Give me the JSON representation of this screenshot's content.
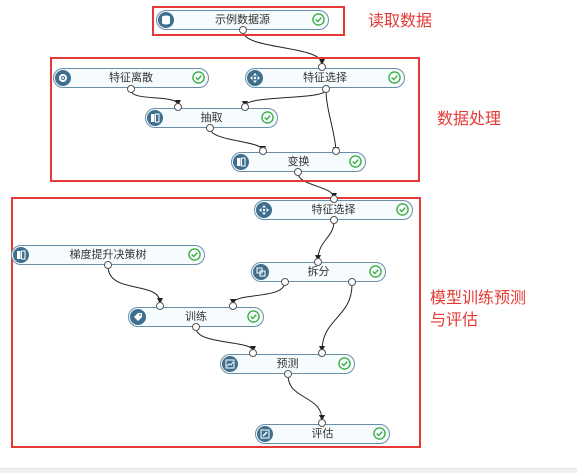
{
  "nodes": {
    "source": "示例数据源",
    "feat_discrete": "特征离散",
    "feat_select_1": "特征选择",
    "extract": "抽取",
    "transform": "变换",
    "feat_select_2": "特征选择",
    "gbdt": "梯度提升决策树",
    "split": "拆分",
    "train": "训练",
    "predict": "预测",
    "evaluate": "评估"
  },
  "regions": {
    "read": "读取数据",
    "process": "数据处理",
    "model_line1": "模型训练预测",
    "model_line2": "与评估"
  },
  "colors": {
    "highlight": "#e53935",
    "icon_bg": "#3f6f8f",
    "node_border": "#6a8ea8",
    "check": "#3cb043"
  },
  "icons": {
    "source": "database-icon",
    "feat_discrete": "gear-icon",
    "feat_select_1": "move-arrows-icon",
    "extract": "columns-icon",
    "transform": "columns-icon",
    "feat_select_2": "move-arrows-icon",
    "gbdt": "columns-icon",
    "split": "split-icon",
    "train": "tag-icon",
    "predict": "chart-icon",
    "evaluate": "edit-icon"
  }
}
